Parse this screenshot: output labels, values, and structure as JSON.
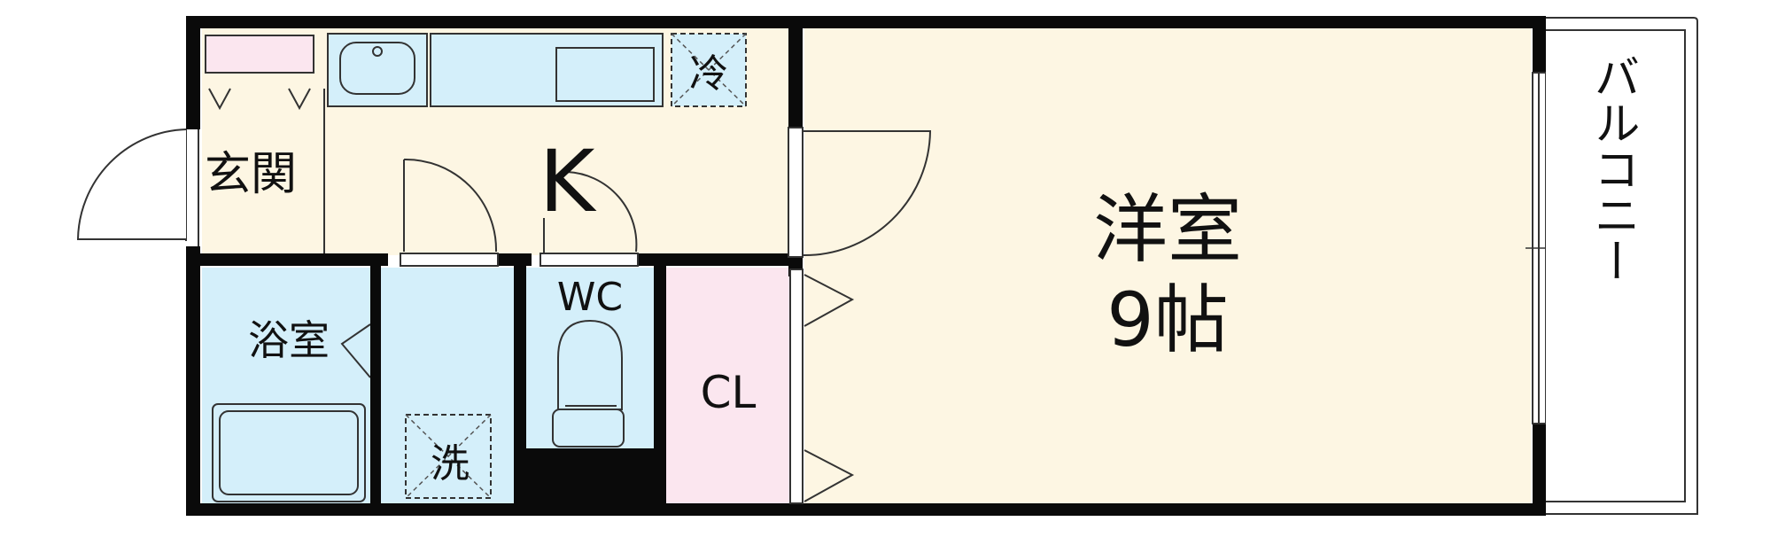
{
  "rooms": {
    "entrance": "玄関",
    "kitchen": "K",
    "bath": "浴室",
    "washer": "洗",
    "fridge": "冷",
    "toilet": "WC",
    "closet": "CL",
    "western_room": "洋室",
    "western_room_size": "9帖",
    "balcony": "バルコニー"
  },
  "colors": {
    "wall": "#0a0a0a",
    "floor_wood": "#fdf6e3",
    "wet_area": "#d4effa",
    "closet": "#fbe6ef",
    "shoe_box": "#fbe6ef",
    "line": "#222222"
  }
}
